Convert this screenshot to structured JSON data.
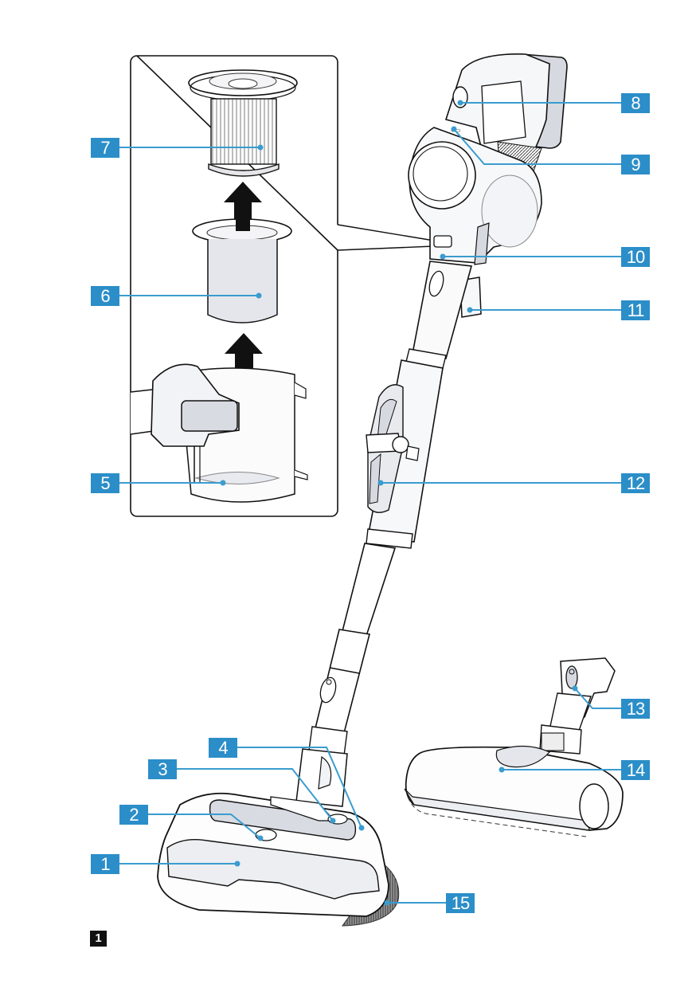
{
  "figure": {
    "number": "1",
    "subject": "Cordless stick vacuum cleaner – components overview",
    "accent_color": "#2b8ec8",
    "leader_color": "#3a9ccf"
  },
  "inset": {
    "description": "Dust container disassembly: filter lifted out of pre-filter, pre-filter lifted out of container",
    "arrows": [
      "up-arrow",
      "up-arrow"
    ]
  },
  "callouts": [
    {
      "id": "1",
      "label": "1",
      "part": "floor-nozzle-body"
    },
    {
      "id": "2",
      "label": "2",
      "part": "nozzle-release-button"
    },
    {
      "id": "3",
      "label": "3",
      "part": "nozzle-joint-button"
    },
    {
      "id": "4",
      "label": "4",
      "part": "nozzle-indicator"
    },
    {
      "id": "5",
      "label": "5",
      "part": "dust-container"
    },
    {
      "id": "6",
      "label": "6",
      "part": "pre-filter"
    },
    {
      "id": "7",
      "label": "7",
      "part": "filter"
    },
    {
      "id": "8",
      "label": "8",
      "part": "on-off-button"
    },
    {
      "id": "9",
      "label": "9",
      "part": "mode-indicator"
    },
    {
      "id": "10",
      "label": "10",
      "part": "container-release-button"
    },
    {
      "id": "11",
      "label": "11",
      "part": "accessory-holder"
    },
    {
      "id": "12",
      "label": "12",
      "part": "tube-release-handle"
    },
    {
      "id": "13",
      "label": "13",
      "part": "unlock-button"
    },
    {
      "id": "14",
      "label": "14",
      "part": "electric-brush-nozzle"
    },
    {
      "id": "15",
      "label": "15",
      "part": "side-brush"
    }
  ]
}
